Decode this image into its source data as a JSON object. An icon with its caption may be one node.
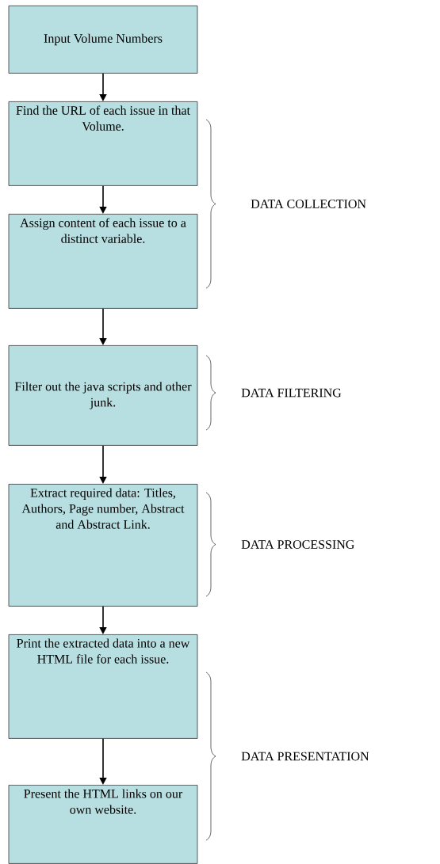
{
  "diagram": {
    "nodes": [
      {
        "text": [
          "Input Volume Numbers"
        ]
      },
      {
        "text": [
          "Find the URL of each issue in that Volume."
        ]
      },
      {
        "text": [
          "Assign content of each issue to a distinct variable."
        ]
      },
      {
        "text": [
          "Filter out the java scripts and other junk."
        ]
      },
      {
        "text": [
          "Extract required data: Titles, Authors, Page number, Abstract and Abstract Link."
        ]
      },
      {
        "text": [
          "Print the extracted data into a new HTML file for each issue."
        ]
      },
      {
        "text": [
          "Present the HTML links on our own website."
        ]
      }
    ],
    "edges": [
      {
        "from": 0,
        "to": 1,
        "arrow": "to"
      },
      {
        "from": 1,
        "to": 2,
        "arrow": "to"
      },
      {
        "from": 2,
        "to": 3,
        "arrow": "to"
      },
      {
        "from": 3,
        "to": 4,
        "arrow": "to"
      },
      {
        "from": 4,
        "to": 5,
        "arrow": "to"
      },
      {
        "from": 5,
        "to": 6,
        "arrow": "to"
      }
    ],
    "labels": [
      "DATA COLLECTION",
      "DATA FILTERING",
      "DATA PROCESSING",
      "DATA PRESENTATION"
    ]
  }
}
